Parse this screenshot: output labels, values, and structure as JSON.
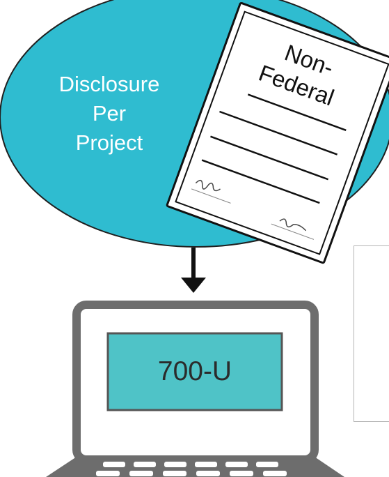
{
  "bubble": {
    "lines": [
      "Disclosure",
      "Per",
      "Project"
    ],
    "color": "#2fbcd0"
  },
  "document": {
    "lines": [
      "Non-",
      "Federal"
    ]
  },
  "laptop": {
    "screen_label": "700-U",
    "screen_color": "#4fc3c7",
    "frame_color": "#6d6d6d"
  },
  "arrow": {
    "direction": "down"
  }
}
